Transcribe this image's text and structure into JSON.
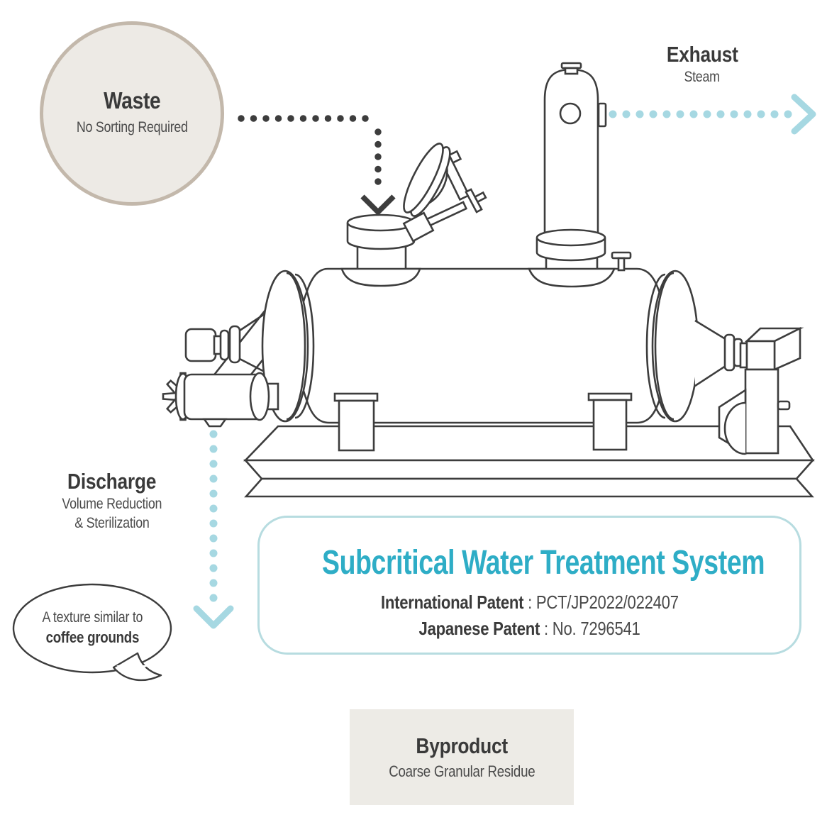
{
  "colors": {
    "accent_teal": "#2eadc6",
    "arrow_teal": "#a6d8e2",
    "box_border": "#b7dce0",
    "line_dark": "#3d3d3d",
    "beige_fill": "#edeae5",
    "beige_border": "#c3b8ab",
    "byproduct_fill": "#edebe6"
  },
  "waste": {
    "title": "Waste",
    "subtitle": "No Sorting Required"
  },
  "exhaust": {
    "title": "Exhaust",
    "subtitle": "Steam"
  },
  "discharge": {
    "title": "Discharge",
    "subtitle_line1": "Volume Reduction",
    "subtitle_line2": "& Sterilization"
  },
  "bubble": {
    "line1": "A texture similar to",
    "line2": "coffee grounds"
  },
  "system": {
    "title": "Subcritical Water Treatment System",
    "patents": [
      {
        "label": "International Patent",
        "value": ": PCT/JP2022/022407"
      },
      {
        "label": "Japanese Patent",
        "value": ": No. 7296541"
      }
    ]
  },
  "byproduct": {
    "title": "Byproduct",
    "subtitle": "Coarse Granular Residue"
  }
}
